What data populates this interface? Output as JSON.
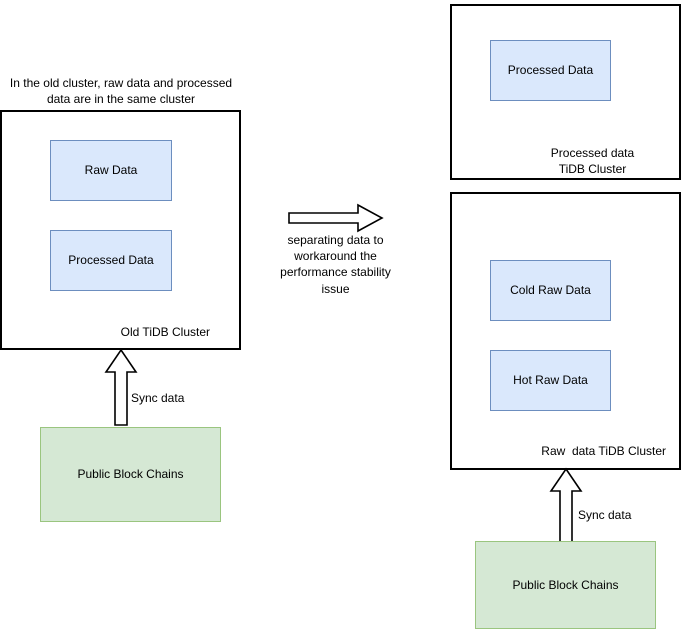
{
  "diagram": {
    "title_note": "In the old cluster, raw data and processed\ndata are in the same cluster",
    "left": {
      "panel_label": "Old TiDB Cluster",
      "boxes": [
        {
          "label": "Raw Data"
        },
        {
          "label": "Processed Data"
        }
      ],
      "sync_label": "Sync data",
      "source_label": "Public Block Chains"
    },
    "middle": {
      "arrow_caption": "separating data to\nworkaround the\nperformance stability\nissue"
    },
    "right_top": {
      "panel_label": "Processed data\nTiDB Cluster",
      "boxes": [
        {
          "label": "Processed Data"
        }
      ]
    },
    "right_bottom": {
      "panel_label": "Raw  data TiDB Cluster",
      "boxes": [
        {
          "label": "Cold Raw Data"
        },
        {
          "label": "Hot Raw Data"
        }
      ],
      "sync_label": "Sync data",
      "source_label": "Public Block Chains"
    },
    "colors": {
      "data_box_fill": "#dae8fc",
      "data_box_stroke": "#6c8ebf",
      "source_box_fill": "#d5e8d4",
      "source_box_stroke": "#9ac57f",
      "panel_stroke": "#000000",
      "arrow_fill": "#ffffff",
      "arrow_stroke": "#000000"
    }
  }
}
